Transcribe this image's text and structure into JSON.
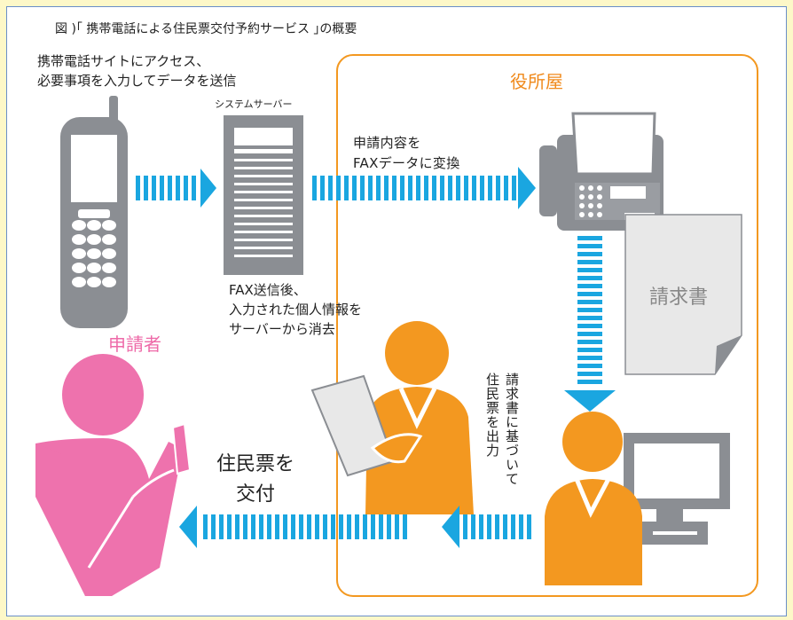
{
  "caption": "図 )｢ 携帯電話による住民票交付予約サービス ｣の概要",
  "phone_note": {
    "line1": "携帯電話サイトにアクセス、",
    "line2": "必要事項を入力してデータを送信"
  },
  "server_label": "システムサーバー",
  "office_title": "役所屋",
  "convert_note": {
    "line1": "申請内容を",
    "line2": "FAXデータに変換"
  },
  "fax_note": {
    "line1": "FAX送信後、",
    "line2": "入力された個人情報を",
    "line3": "サーバーから消去"
  },
  "applicant_title": "申請者",
  "issue_note": {
    "line1": "住民票を",
    "line2": "交付"
  },
  "invoice_label": "請求書",
  "output_note": {
    "col1": "請求書に基づいて",
    "col2": "住民票を出力"
  },
  "colors": {
    "orange": "#f39820",
    "pink": "#ee72ad",
    "cyan": "#1aa6e0",
    "gray": "#8b8e93",
    "light_gray": "#e8e8e8"
  }
}
